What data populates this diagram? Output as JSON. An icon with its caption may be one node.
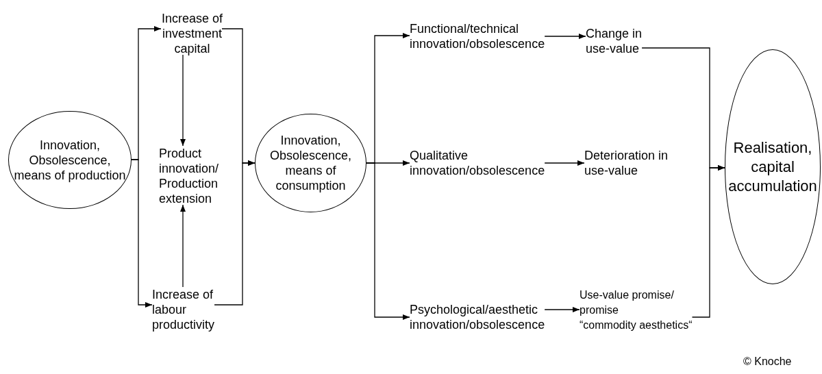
{
  "diagram": {
    "nodes": [
      {
        "text": [
          "Innovation, Obsolescence, means of production"
        ]
      },
      {
        "text": [
          "Increase of investment capital"
        ]
      },
      {
        "text": [
          "Product innovation/ Production extension"
        ]
      },
      {
        "text": [
          "Increase of labour productivity"
        ]
      },
      {
        "text": [
          "Innovation, Obsolescence, means of consumption"
        ]
      },
      {
        "text": [
          "Functional/technical innovation/obsolescence"
        ]
      },
      {
        "text": [
          "Change in use-value"
        ]
      },
      {
        "text": [
          "Qualitative innovation/obsolescence"
        ]
      },
      {
        "text": [
          "Deterioration in use-value"
        ]
      },
      {
        "text": [
          "Psychological/aesthetic innovation/obsolescence"
        ]
      },
      {
        "text": [
          "Use-value promise/ promise",
          "“commodity aesthetics“"
        ]
      },
      {
        "text": [
          "Realisation, capital accumulation"
        ]
      }
    ],
    "edges": [
      {
        "from": 0,
        "to": 1,
        "arrow": "to"
      },
      {
        "from": 0,
        "to": 3,
        "arrow": "to"
      },
      {
        "from": 1,
        "to": 2,
        "arrow": "to"
      },
      {
        "from": 3,
        "to": 2,
        "arrow": "to"
      },
      {
        "from": 1,
        "to": 4,
        "arrow": "to"
      },
      {
        "from": 3,
        "to": 4,
        "arrow": "to"
      },
      {
        "from": 4,
        "to": 5,
        "arrow": "to"
      },
      {
        "from": 4,
        "to": 7,
        "arrow": "to"
      },
      {
        "from": 4,
        "to": 9,
        "arrow": "to"
      },
      {
        "from": 5,
        "to": 6,
        "arrow": "to"
      },
      {
        "from": 7,
        "to": 8,
        "arrow": "to"
      },
      {
        "from": 9,
        "to": 10,
        "arrow": "to"
      },
      {
        "from": 6,
        "to": 11,
        "arrow": "to"
      },
      {
        "from": 10,
        "to": 11,
        "arrow": "to"
      }
    ],
    "labels": [
      "© Knoche"
    ]
  }
}
